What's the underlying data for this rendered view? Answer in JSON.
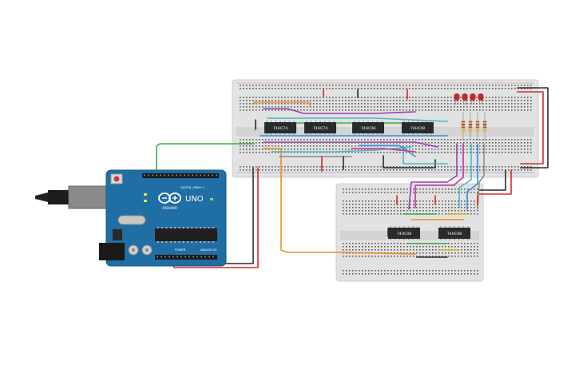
{
  "arduino": {
    "brand": "ARDUINO",
    "model": "UNO",
    "digital_label": "DIGITAL (PWM~)",
    "power_label": "POWER",
    "analog_label": "ANALOG IN",
    "board_color": "#1f6fa5"
  },
  "chips": {
    "top": [
      "74HC74",
      "74HC74",
      "74HC08",
      "74HC08"
    ],
    "bottom": [
      "74HC08",
      "74HC08"
    ]
  },
  "leds": {
    "count": 4,
    "color": "#c0282d"
  },
  "resistors": {
    "count": 4
  },
  "wire_colors": {
    "red": "#d62a2a",
    "black": "#2b2b2b",
    "green": "#3cb043",
    "orange": "#f28a1d",
    "blue": "#2f8fdc",
    "purple": "#9b3fb0",
    "cyan": "#49b7d3",
    "gray": "#8a8a8a",
    "magenta": "#c0349a",
    "yellow": "#d9b41f"
  }
}
